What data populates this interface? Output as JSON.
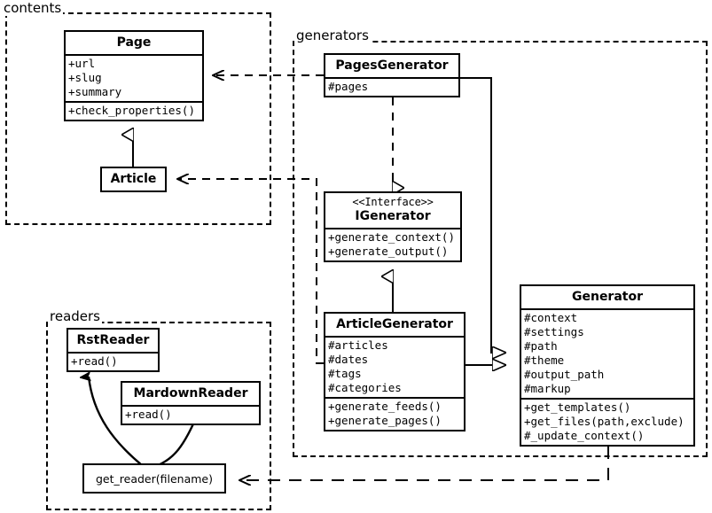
{
  "diagram": {
    "title": "UML class diagram",
    "packages": [
      {
        "id": "contents",
        "label": "contents"
      },
      {
        "id": "generators",
        "label": "generators"
      },
      {
        "id": "readers",
        "label": "readers"
      }
    ]
  },
  "classes": {
    "page": {
      "name": "Page",
      "attributes": [
        "+url",
        "+slug",
        "+summary"
      ],
      "methods": [
        "+check_properties()"
      ]
    },
    "article": {
      "name": "Article",
      "attributes": [],
      "methods": []
    },
    "pages_generator": {
      "name": "PagesGenerator",
      "attributes": [
        "#pages"
      ],
      "methods": []
    },
    "igenerator": {
      "stereotype": "<<Interface>>",
      "name": "IGenerator",
      "attributes": [],
      "methods": [
        "+generate_context()",
        "+generate_output()"
      ]
    },
    "article_generator": {
      "name": "ArticleGenerator",
      "attributes": [
        "#articles",
        "#dates",
        "#tags",
        "#categories"
      ],
      "methods": [
        "+generate_feeds()",
        "+generate_pages()"
      ]
    },
    "generator": {
      "name": "Generator",
      "attributes": [
        "#context",
        "#settings",
        "#path",
        "#theme",
        "#output_path",
        "#markup"
      ],
      "methods": [
        "+get_templates()",
        "+get_files(path,exclude)",
        "#_update_context()"
      ]
    },
    "rst_reader": {
      "name": "RstReader",
      "attributes": [],
      "methods": [
        "+read()"
      ]
    },
    "mardown_reader": {
      "name": "MardownReader",
      "attributes": [],
      "methods": [
        "+read()"
      ]
    },
    "get_reader": {
      "name": "get_reader(filename)"
    }
  },
  "relations": [
    {
      "id": "pagesgenerator-to-page",
      "from": "PagesGenerator",
      "to": "Page",
      "type": "dependency"
    },
    {
      "id": "articlegenerator-to-article",
      "from": "ArticleGenerator",
      "to": "Article",
      "type": "dependency"
    },
    {
      "id": "article-inherits-page",
      "from": "Article",
      "to": "Page",
      "type": "generalization"
    },
    {
      "id": "pagesgenerator-implements-igenerator",
      "from": "PagesGenerator",
      "to": "IGenerator",
      "type": "realization"
    },
    {
      "id": "articlegenerator-inherits-igenerator",
      "from": "ArticleGenerator",
      "to": "IGenerator",
      "type": "generalization"
    },
    {
      "id": "pagesgenerator-inherits-generator",
      "from": "PagesGenerator",
      "to": "Generator",
      "type": "generalization"
    },
    {
      "id": "articlegenerator-inherits-generator",
      "from": "ArticleGenerator",
      "to": "Generator",
      "type": "generalization"
    },
    {
      "id": "generator-to-getreader",
      "from": "Generator",
      "to": "get_reader(filename)",
      "type": "dependency"
    },
    {
      "id": "getreader-to-rstreader",
      "from": "get_reader(filename)",
      "to": "RstReader",
      "type": "association"
    },
    {
      "id": "getreader-to-mardownreader",
      "from": "get_reader(filename)",
      "to": "MardownReader",
      "type": "association"
    }
  ],
  "colors": {
    "line": "#000000",
    "fill": "#ffffff"
  }
}
